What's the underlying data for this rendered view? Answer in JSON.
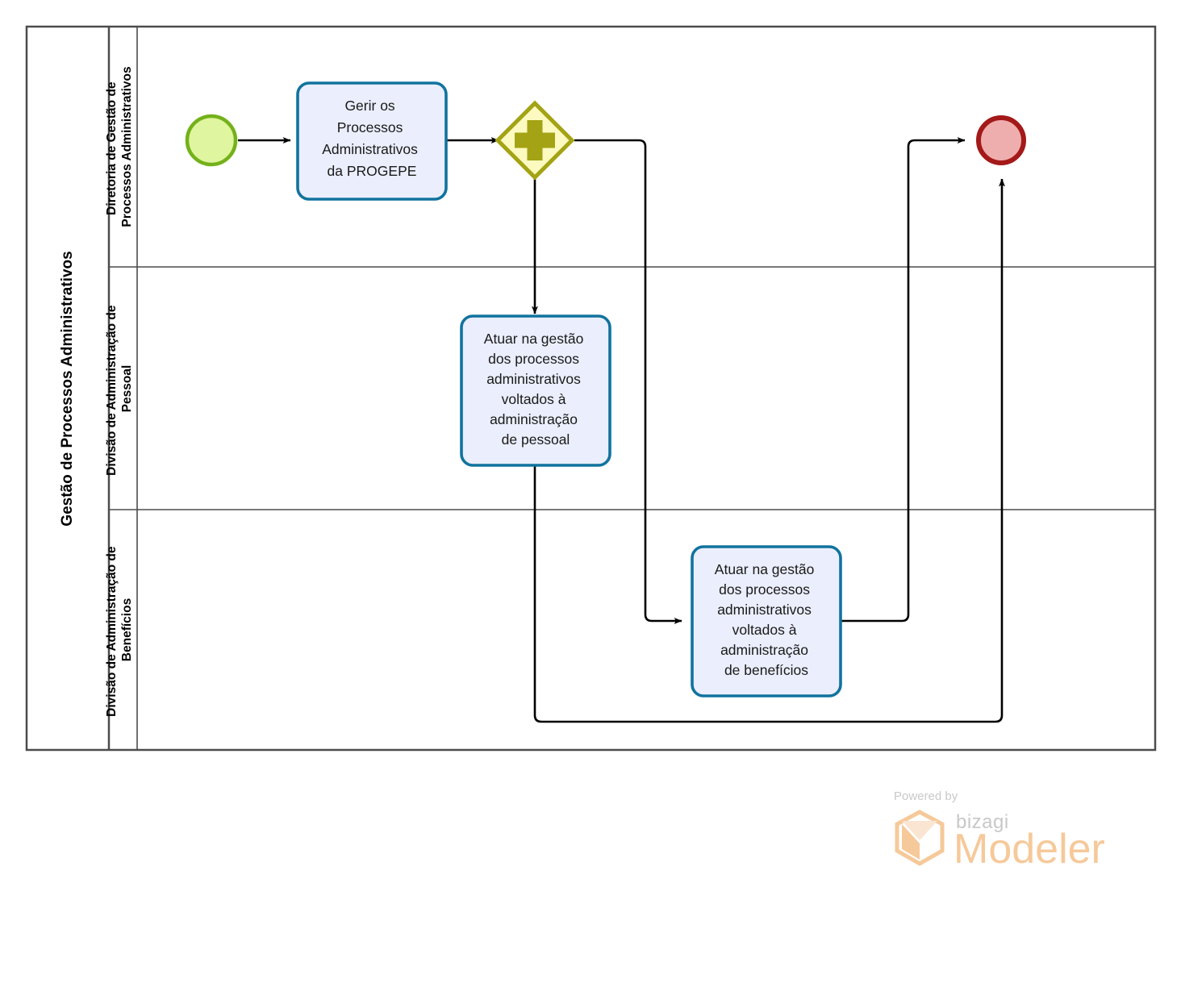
{
  "diagram": {
    "type": "bpmn-process",
    "pool": {
      "name": "Gestão de Processos Administrativos"
    },
    "lanes": [
      {
        "id": "lane-diretoria",
        "name": "Diretoria de Gestão de Processos Administrativos"
      },
      {
        "id": "lane-pessoal",
        "name": "Divisão de Administração de Pessoal"
      },
      {
        "id": "lane-beneficios",
        "name": "Divisão de Administração de Benefícios"
      }
    ],
    "events": [
      {
        "id": "start-event",
        "kind": "start",
        "label": "",
        "lane": "lane-diretoria"
      },
      {
        "id": "end-event",
        "kind": "end",
        "label": "",
        "lane": "lane-diretoria"
      }
    ],
    "gateways": [
      {
        "id": "parallel-gateway",
        "kind": "parallel",
        "symbol": "+",
        "lane": "lane-diretoria"
      }
    ],
    "tasks": [
      {
        "id": "task-gerir",
        "label": "Gerir os Processos Administrativos da PROGEPE",
        "lines": [
          "Gerir os",
          "Processos",
          "Administrativos",
          "da PROGEPE"
        ],
        "lane": "lane-diretoria"
      },
      {
        "id": "task-pessoal",
        "label": "Atuar na gestão dos processos administrativos voltados à administração de pessoal",
        "lines": [
          "Atuar na gestão",
          "dos processos",
          "administrativos",
          "voltados à",
          "administração",
          "de pessoal"
        ],
        "lane": "lane-pessoal"
      },
      {
        "id": "task-beneficios",
        "label": "Atuar na gestão dos processos administrativos voltados à administração de benefícios",
        "lines": [
          "Atuar na gestão",
          "dos processos",
          "administrativos",
          "voltados à",
          "administração",
          "de benefícios"
        ],
        "lane": "lane-beneficios"
      }
    ],
    "flows": [
      {
        "id": "flow-start-gerir",
        "from": "start-event",
        "to": "task-gerir"
      },
      {
        "id": "flow-gerir-gateway",
        "from": "task-gerir",
        "to": "parallel-gateway"
      },
      {
        "id": "flow-gateway-pessoal",
        "from": "parallel-gateway",
        "to": "task-pessoal"
      },
      {
        "id": "flow-gateway-beneficios",
        "from": "parallel-gateway",
        "to": "task-beneficios"
      },
      {
        "id": "flow-beneficios-end",
        "from": "task-beneficios",
        "to": "end-event"
      },
      {
        "id": "flow-pessoal-end",
        "from": "task-pessoal",
        "to": "end-event"
      }
    ]
  },
  "watermark": {
    "powered_by": "Powered by",
    "brand": "bizagi",
    "product": "Modeler"
  },
  "colors": {
    "task_fill": "#ebeefc",
    "task_stroke": "#11739e",
    "start_fill": "#dff5a0",
    "start_stroke": "#74b11a",
    "end_fill": "#efaeae",
    "end_stroke": "#a41919",
    "gateway_fill": "#fcfac0",
    "gateway_stroke": "#a3a315",
    "gateway_symbol": "#a3a315",
    "pool_stroke": "#4c4c4c",
    "flow_stroke": "#000000",
    "watermark_orange": "#f6c99a"
  }
}
